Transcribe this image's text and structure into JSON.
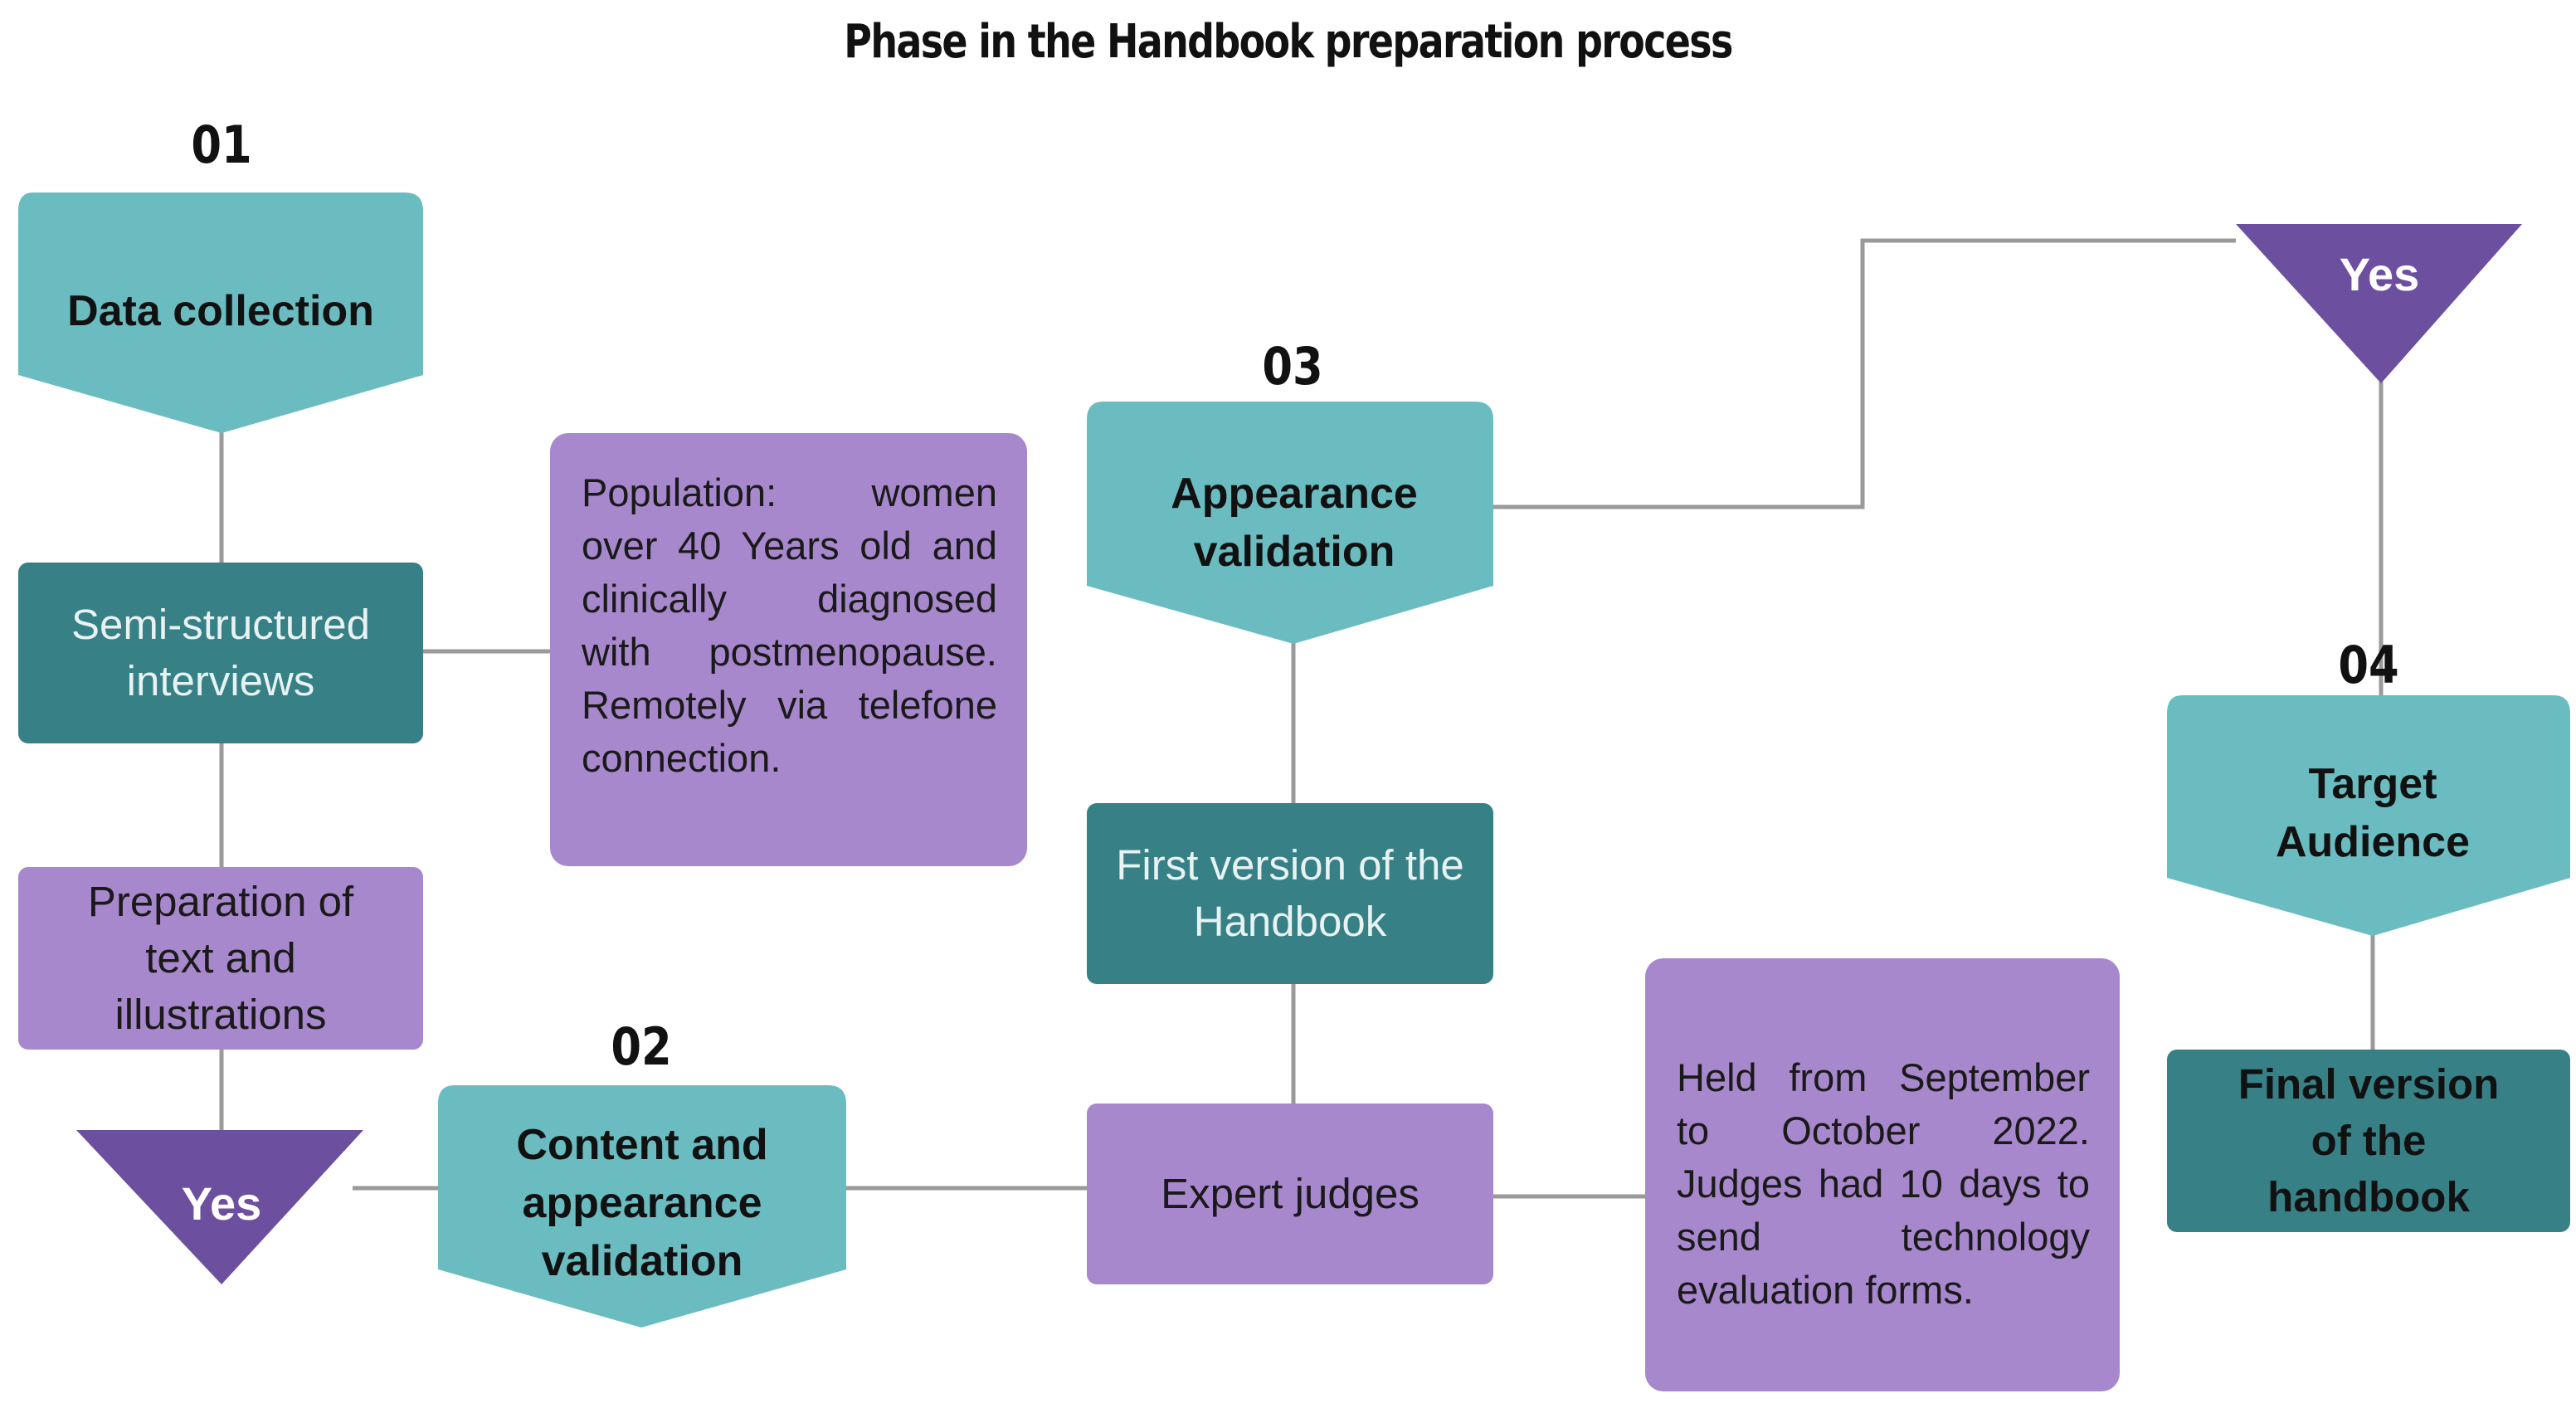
{
  "title": "Phase in the Handbook preparation process",
  "phases": {
    "p01": {
      "number": "01",
      "label": "Data collection"
    },
    "p02": {
      "number": "02",
      "label": "Content and appearance validation"
    },
    "p03": {
      "number": "03",
      "label": "Appearance validation"
    },
    "p04": {
      "number": "04",
      "label": "Target Audience"
    }
  },
  "steps": {
    "semi_structured": "Semi-structured interviews",
    "preparation": "Preparation of text and illustrations",
    "first_version": "First version of the Handbook",
    "expert_judges": "Expert judges",
    "final_version": "Final version of the handbook"
  },
  "notes": {
    "population": "Population: women over 40 Years old and clinically diagnosed with postmenopause. Remotely via telefone connection.",
    "held": "Held from September to October 2022. Judges had 10 days to send technology evaluation forms."
  },
  "decisions": {
    "yes_left": "Yes",
    "yes_right": "Yes"
  },
  "colors": {
    "pentagon_teal": "#6bbcc1",
    "box_dark_teal": "#378085",
    "box_purple": "#a888cd",
    "triangle_purple": "#6c4f9f",
    "connector_gray": "#9a9a9a"
  }
}
